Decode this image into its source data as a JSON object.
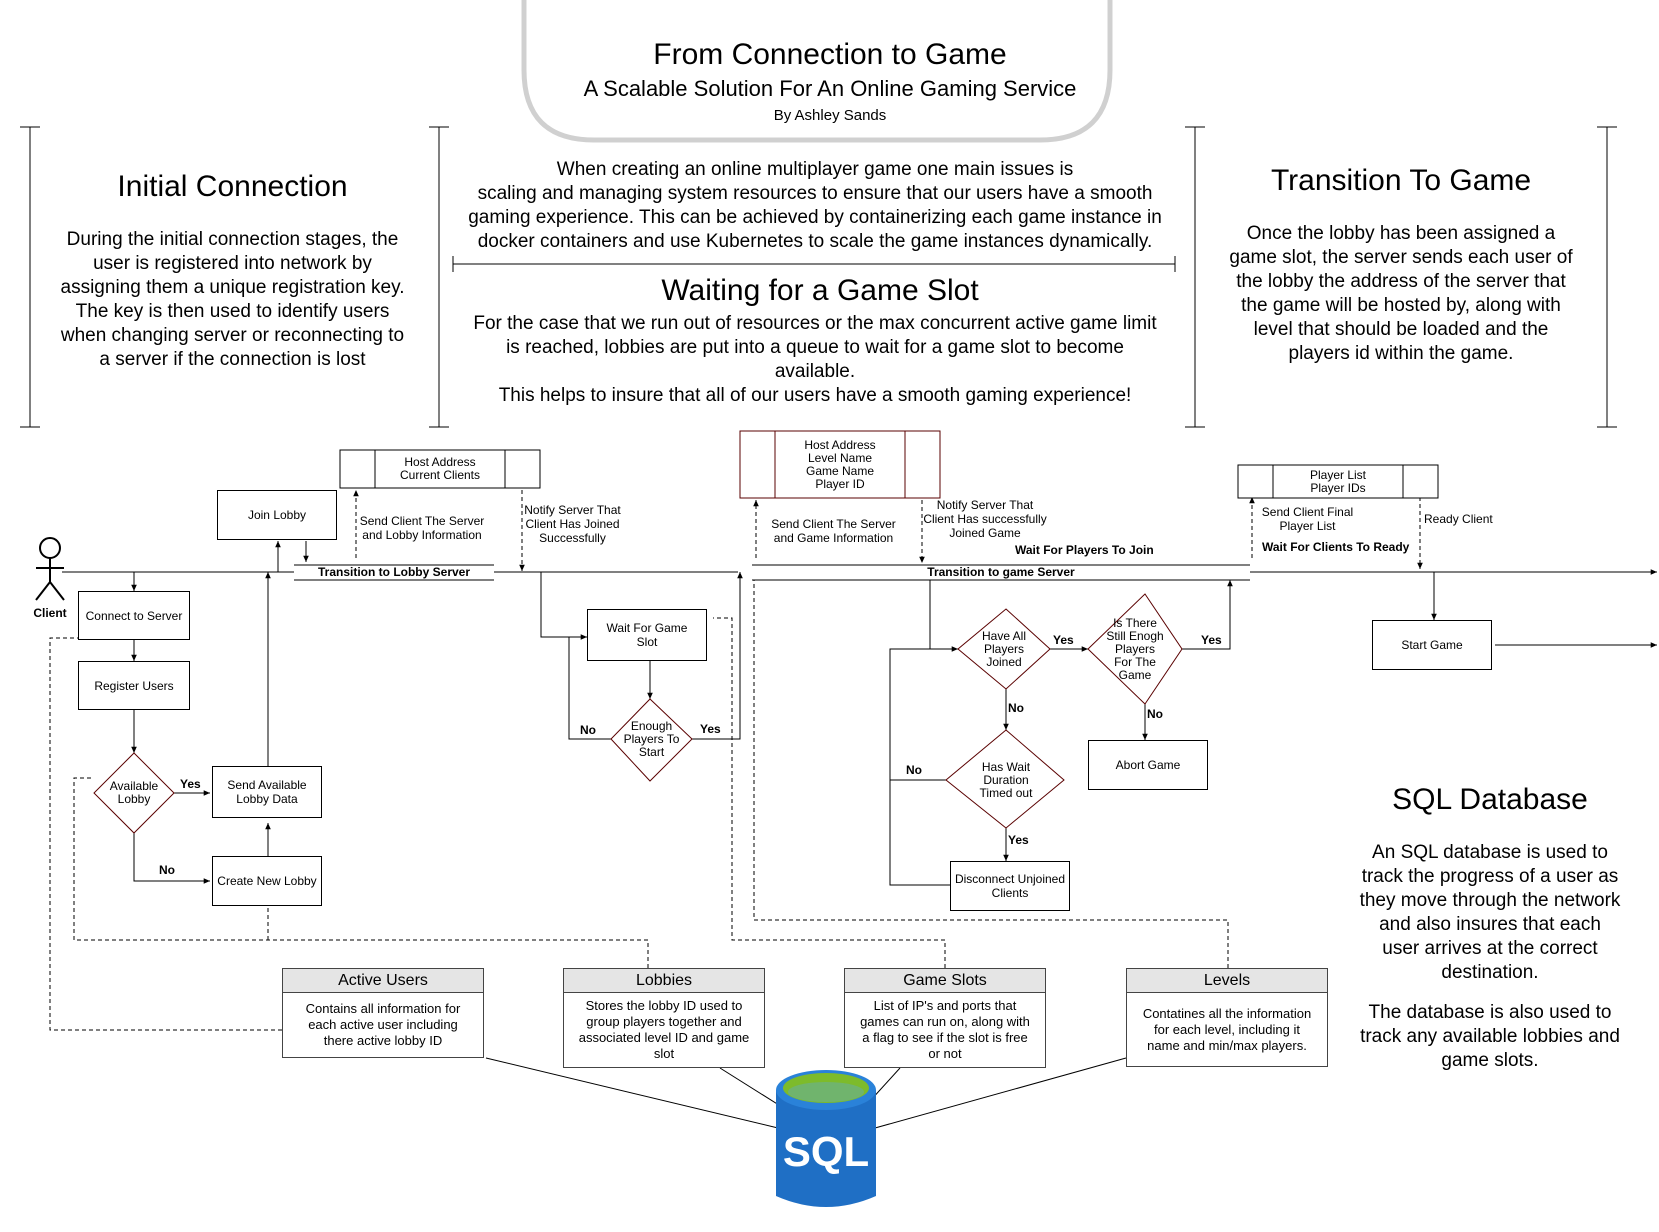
{
  "header": {
    "title": "From Connection to Game",
    "subtitle": "A Scalable Solution For An Online Gaming Service",
    "author": "By Ashley Sands"
  },
  "sections": {
    "initial_title": "Initial Connection",
    "initial_text": "During the initial connection stages, the\nuser is registered into network by\nassigning them a unique registration key.\nThe key is then used to identify users\nwhen changing server or reconnecting to\na server if the connection is lost",
    "intro_text": "When creating an online multiplayer game one main issues is\nscaling and managing system resources to ensure that our users have a smooth\ngaming experience. This can be achieved by containerizing each game instance in\ndocker containers and use Kubernetes to scale the game instances dynamically.",
    "waiting_title": "Waiting for a Game Slot",
    "waiting_text": "For the case that we run out of resources or the max concurrent active game limit\nis reached, lobbies are put into a queue to wait for a game slot to become\navailable.\nThis helps to insure that all of our users have a smooth gaming experience!",
    "transition_title": "Transition To Game",
    "transition_text": "Once the lobby has been assigned a\ngame slot, the server sends each user of\nthe lobby the address of the server that\nthe game will be hosted by, along with\nlevel that should be loaded and the\nplayers id within the game.",
    "sql_title": "SQL Database",
    "sql_text1": "An SQL database is used to\ntrack the progress of a user as\nthey move through the network\nand also insures that each\nuser arrives at the correct\ndestination.",
    "sql_text2": "The database is also used to\ntrack any available lobbies and\ngame slots."
  },
  "flow": {
    "actor": "Client",
    "connect": "Connect to Server",
    "register": "Register Users",
    "available_lobby": "Available\nLobby",
    "send_lobby_data": "Send Available\nLobby Data",
    "create_lobby": "Create New Lobby",
    "join_lobby": "Join Lobby",
    "msg1": "Host Address\nCurrent Clients",
    "send_client_server": "Send Client The Server\nand Lobby Information",
    "notify_joined": "Notify Server That\nClient Has Joined\nSuccessfully",
    "transition_lobby": "Transition to Lobby Server",
    "wait_slot": "Wait For Game\nSlot",
    "enough_players": "Enough\nPlayers To\nStart",
    "msg2": "Host Address\nLevel Name\nGame Name\nPlayer ID",
    "send_client_game": "Send Client The Server\nand Game Information",
    "notify_game": "Notify Server That\nClient Has successfully\nJoined Game",
    "wait_join": "Wait For Players To Join",
    "transition_game": "Transition to game Server",
    "all_joined": "Have All\nPlayers\nJoined",
    "still_enough": "Is There\nStill Enogh\nPlayers\nFor The\nGame",
    "abort": "Abort Game",
    "wait_timeout": "Has Wait\nDuration\nTimed out",
    "disconnect": "Disconnect Unjoined\nClients",
    "msg3": "Player List\nPlayer IDs",
    "send_final": "Send Client Final\nPlayer List",
    "ready": "Ready Client",
    "wait_ready": "Wait For Clients To Ready",
    "start": "Start Game",
    "yes": "Yes",
    "no": "No"
  },
  "tables": [
    {
      "name": "Active Users",
      "text": "Contains all information for\neach active user including\nthere active lobby ID"
    },
    {
      "name": "Lobbies",
      "text": "Stores the lobby ID used to\ngroup players together and\nassociated level ID and game\nslot"
    },
    {
      "name": "Game Slots",
      "text": "List of IP's and ports that\ngames can run on, along with\na flag to see if the slot is free\nor not"
    },
    {
      "name": "Levels",
      "text": "Contatines all the information\nfor each level, including it\nname and min/max players."
    }
  ],
  "sql_logo": "SQL",
  "colors": {
    "sql_blue": "#1f6fc5",
    "sql_light": "#5aa9e8",
    "sql_green": "#7dbb2b",
    "decision_border": "#5a0000",
    "table_header": "#e5e5e5"
  }
}
